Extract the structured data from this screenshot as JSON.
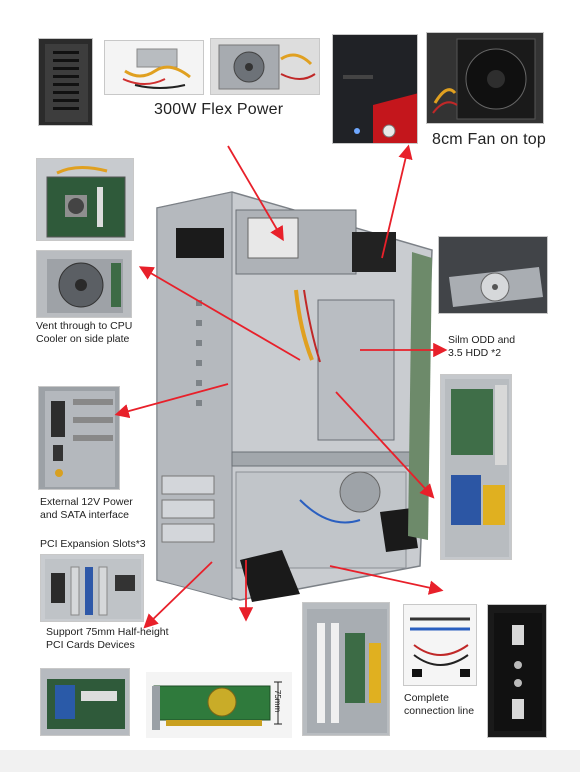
{
  "labels": {
    "flex_power": "300W Flex Power",
    "fan_top": "8cm Fan on top",
    "vent": "Vent through to CPU\nCooler on side plate",
    "odd_hdd": "Silm ODD and\n3.5 HDD *2",
    "external_power": "External 12V Power\nand SATA interface",
    "pci_slots": "PCI Expansion Slots*3",
    "half_height": "Support 75mm Half-height\nPCI Cards Devices",
    "connection_line": "Complete\nconnection line",
    "card_height": "75mm"
  },
  "colors": {
    "arrow": "#e8202a",
    "chassis": "#c9ccd0",
    "chassis_dark": "#8f959b",
    "foot": "#1a1a1a"
  }
}
